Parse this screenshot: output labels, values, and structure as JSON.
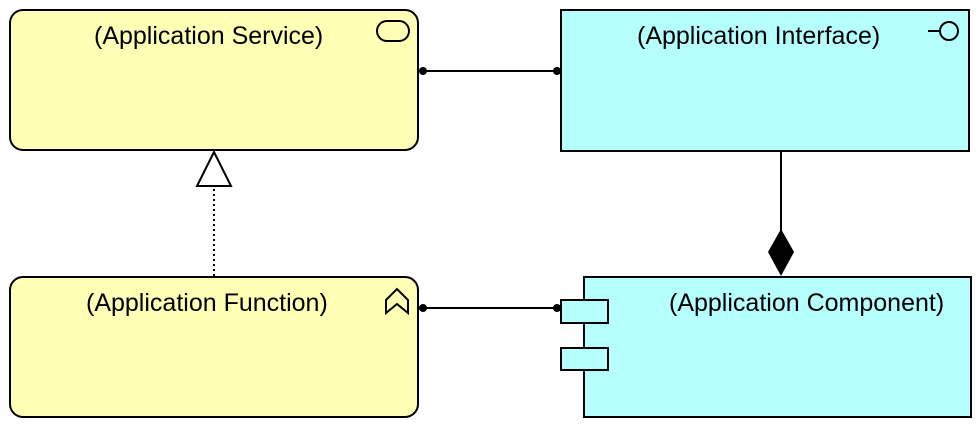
{
  "diagram": {
    "nodes": {
      "app_service": {
        "label": "(Application Service)",
        "fill": "#ffffb5",
        "icon": "service-icon"
      },
      "app_interface": {
        "label": "(Application Interface)",
        "fill": "#b5ffff",
        "icon": "interface-icon"
      },
      "app_function": {
        "label": "(Application Function)",
        "fill": "#ffffb5",
        "icon": "function-icon"
      },
      "app_component": {
        "label": "(Application Component)",
        "fill": "#b5ffff",
        "icon": "component-icon"
      }
    },
    "relations": [
      {
        "type": "assignment",
        "from": "app_service",
        "to": "app_interface"
      },
      {
        "type": "realization",
        "from": "app_function",
        "to": "app_service"
      },
      {
        "type": "composition",
        "from": "app_component",
        "to": "app_interface"
      },
      {
        "type": "assignment",
        "from": "app_function",
        "to": "app_component"
      }
    ]
  }
}
